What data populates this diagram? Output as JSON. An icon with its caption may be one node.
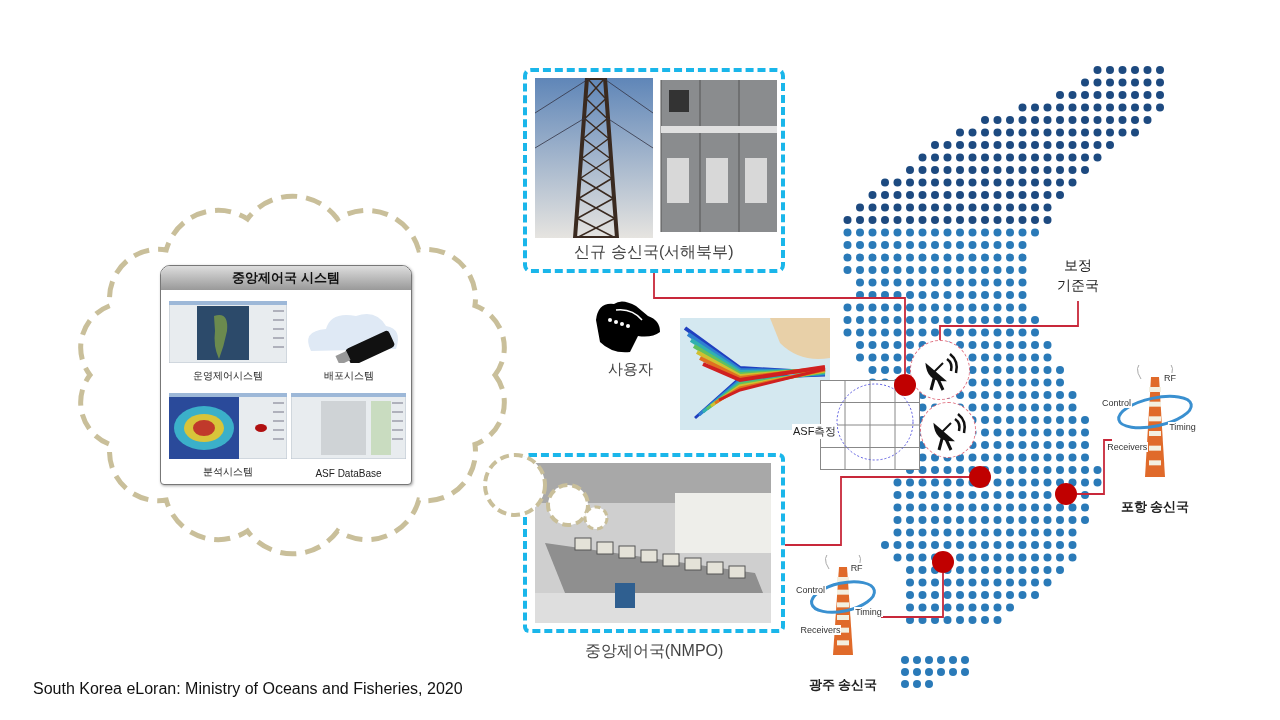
{
  "diagram": {
    "caption": "South Korea eLoran: Ministry of Oceans and Fisheries, 2020",
    "nodes": [
      {
        "text": [],
        "shape": "cloud"
      },
      {
        "text": [
          "중앙제어국 시스템"
        ],
        "in": 0
      },
      {
        "text": [
          "운영제어시스템"
        ],
        "in": 1
      },
      {
        "text": [
          "배포시스템"
        ],
        "in": 1
      },
      {
        "text": [
          "분석시스템"
        ],
        "in": 1
      },
      {
        "text": [
          "ASF DataBase"
        ],
        "in": 1
      },
      {
        "text": [
          "신규 송신국(서해북부)"
        ]
      },
      {
        "text": [
          "사용자"
        ]
      },
      {
        "text": [
          "ASF측정"
        ]
      },
      {
        "text": [
          "중앙제어국(NMPO)"
        ]
      },
      {
        "text": [],
        "shape": "picture"
      },
      {
        "text": [
          "보정 기준국"
        ],
        "in": 10
      },
      {
        "text": [
          "포항 송신국"
        ]
      },
      {
        "text": [
          "광주 송신국"
        ]
      },
      {
        "text": [],
        "shape": "circle",
        "in": 10
      },
      {
        "text": [],
        "shape": "circle",
        "in": 10
      },
      {
        "text": [],
        "shape": "circle",
        "in": 10
      },
      {
        "text": [],
        "shape": "circle",
        "in": 10
      },
      {
        "text": [],
        "shape": "picture",
        "in": 10
      },
      {
        "text": [],
        "shape": "picture",
        "in": 10
      }
    ],
    "edges": [
      {
        "from": 6,
        "to": 14,
        "arrow": "none"
      },
      {
        "from": 11,
        "to": 18,
        "arrow": "none"
      },
      {
        "from": 9,
        "to": 15,
        "arrow": "none"
      },
      {
        "from": 12,
        "to": 16,
        "arrow": "none"
      },
      {
        "from": 13,
        "to": 17,
        "arrow": "none"
      }
    ],
    "labels": [
      "RF",
      "Control",
      "Timing",
      "Receivers",
      "RF",
      "Control",
      "Timing",
      "Receivers"
    ]
  }
}
